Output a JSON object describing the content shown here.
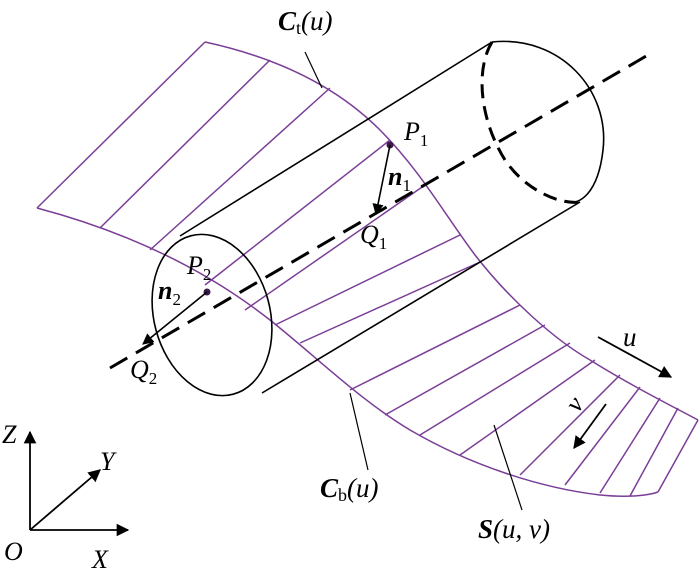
{
  "labels": {
    "ct_main": "C",
    "ct_sub": "t",
    "ct_arg": "(u)",
    "cb_main": "C",
    "cb_sub": "b",
    "cb_arg": "(u)",
    "s_main": "S",
    "s_arg": "(u, v)",
    "p1_main": "P",
    "p1_sub": "1",
    "p2_main": "P",
    "p2_sub": "2",
    "n1_main": "n",
    "n1_sub": "1",
    "n2_main": "n",
    "n2_sub": "2",
    "q1_main": "Q",
    "q1_sub": "1",
    "q2_main": "Q",
    "q2_sub": "2",
    "u": "u",
    "v": "v",
    "axis_z": "Z",
    "axis_y": "Y",
    "axis_x": "X",
    "origin": "O"
  },
  "colors": {
    "surface": "#7a3e96",
    "ink": "#000000"
  }
}
